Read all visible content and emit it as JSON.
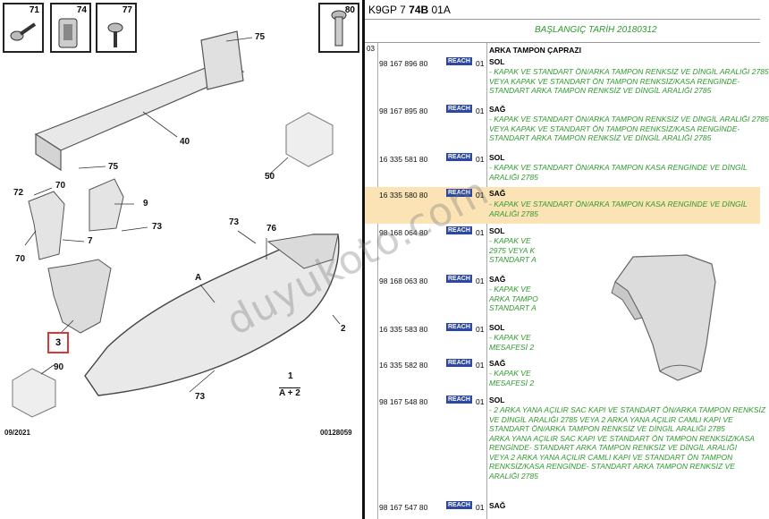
{
  "diagram": {
    "thumbs": [
      {
        "num": "71"
      },
      {
        "num": "74"
      },
      {
        "num": "77"
      },
      {
        "num": "80"
      }
    ],
    "callouts": [
      "75",
      "40",
      "75",
      "72",
      "70",
      "70",
      "7",
      "9",
      "73",
      "50",
      "73",
      "76",
      "A",
      "3",
      "90",
      "2",
      "73",
      "1",
      "A + 2"
    ],
    "date_code": "09/2021",
    "diagram_code": "00128059"
  },
  "header": {
    "prefix": "K9GP 7 ",
    "bold": "74B",
    "suffix": " 01A"
  },
  "start_date": "BAŞLANGIÇ TARİH 20180312",
  "seq": "03",
  "reach": "REACH",
  "rows": [
    {
      "pn": "",
      "qty": "",
      "name": "ARKA TAMPON ÇAPRAZI",
      "note": "",
      "reach": false
    },
    {
      "pn": "98 167 896 80",
      "qty": "01",
      "name": "SOL",
      "note": "- KAPAK VE STANDART ÖN/ARKA TAMPON RENKSİZ VE DİNGİL ARALIĞI 2785\nVEYA KAPAK VE STANDART ÖN TAMPON RENKSİZ/KASA RENGİNDE-\nSTANDART ARKA TAMPON RENKSİZ VE DİNGİL ARALIĞI 2785",
      "reach": true
    },
    {
      "pn": "98 167 895 80",
      "qty": "01",
      "name": "SAĞ",
      "note": "- KAPAK VE STANDART ÖN/ARKA TAMPON RENKSİZ VE DİNGİL ARALIĞI 2785\nVEYA KAPAK VE STANDART ÖN TAMPON RENKSİZ/KASA RENGİNDE-\nSTANDART ARKA TAMPON RENKSİZ VE DİNGİL ARALIĞI 2785",
      "reach": true
    },
    {
      "pn": "16 335 581 80",
      "qty": "01",
      "name": "SOL",
      "note": "- KAPAK VE STANDART ÖN/ARKA TAMPON KASA RENGİNDE VE DİNGİL\nARALIĞI 2785",
      "reach": true
    },
    {
      "pn": "16 335 580 80",
      "qty": "01",
      "name": "SAĞ",
      "note": "- KAPAK VE STANDART ÖN/ARKA TAMPON KASA RENGİNDE VE DİNGİL\nARALIĞI 2785",
      "reach": true
    },
    {
      "pn": "98 168 064 80",
      "qty": "01",
      "name": "SOL",
      "note": "- KAPAK VE\n2975 VEYA K\nSTANDART A",
      "reach": true
    },
    {
      "pn": "98 168 063 80",
      "qty": "01",
      "name": "SAĞ",
      "note": "- KAPAK VE\nARKA TAMPO\nSTANDART A",
      "reach": true
    },
    {
      "pn": "16 335 583 80",
      "qty": "01",
      "name": "SOL",
      "note": "- KAPAK VE\nMESAFESİ 2",
      "reach": true
    },
    {
      "pn": "16 335 582 80",
      "qty": "01",
      "name": "SAĞ",
      "note": "- KAPAK VE\nMESAFESİ 2",
      "reach": true
    },
    {
      "pn": "98 167 548 80",
      "qty": "01",
      "name": "SOL",
      "note": "- 2 ARKA YANA AÇILIR SAC KAPI VE STANDART ÖN/ARKA TAMPON RENKSİZ\nVE DİNGİL ARALIĞI 2785 VEYA 2 ARKA YANA AÇILIR CAMLI KAPI VE\nSTANDART ÖN/ARKA TAMPON RENKSİZ VE DİNGİL ARALIĞI 2785\nARKA YANA AÇILIR SAC KAPI VE STANDART ÖN TAMPON RENKSİZ/KASA\nRENGİNDE- STANDART ARKA TAMPON RENKSİZ VE DİNGİL ARALIĞI\nVEYA 2 ARKA YANA AÇILIR CAMLI KAPI VE STANDART ÖN TAMPON\nRENKSİZ/KASA RENGİNDE- STANDART ARKA TAMPON RENKSİZ VE\nARALIĞI 2785",
      "reach": true
    },
    {
      "pn": "98 167 547 80",
      "qty": "01",
      "name": "SAĞ",
      "note": "",
      "reach": true
    }
  ],
  "watermark": "duyukoto.com"
}
